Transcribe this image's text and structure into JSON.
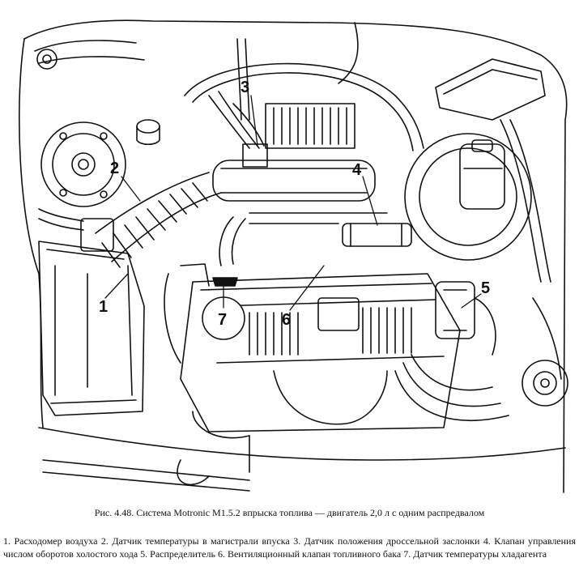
{
  "figure": {
    "callouts": [
      {
        "id": "1",
        "label": "1"
      },
      {
        "id": "2",
        "label": "2"
      },
      {
        "id": "3",
        "label": "3"
      },
      {
        "id": "4",
        "label": "4"
      },
      {
        "id": "5",
        "label": "5"
      },
      {
        "id": "6",
        "label": "6"
      },
      {
        "id": "7",
        "label": "7"
      }
    ]
  },
  "caption": "Рис. 4.48. Система Motronic M1.5.2 впрыска топлива — двигатель 2,0 л с одним распредвалом",
  "legend": "1. Расходомер воздуха 2. Датчик температуры в магистрали впуска 3. Датчик положения дроссельной заслонки 4. Клапан управления числом оборотов холостого хода 5. Распределитель 6. Вентиляционный клапан топливного бака 7. Датчик температуры хладагента"
}
